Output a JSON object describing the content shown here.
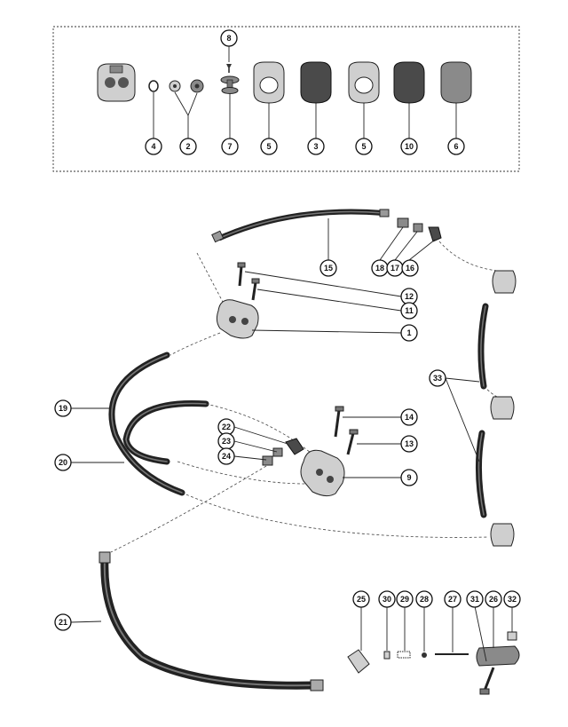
{
  "callouts": {
    "c4": "4",
    "c2": "2",
    "c8a": "8",
    "c7": "7",
    "c5a": "5",
    "c3": "3",
    "c5b": "5",
    "c10": "10",
    "c6": "6",
    "c15": "15",
    "c18": "18",
    "c17": "17",
    "c16": "16",
    "c12": "12",
    "c11": "11",
    "c1": "1",
    "c33": "33",
    "c19": "19",
    "c14": "14",
    "c22": "22",
    "c23": "23",
    "c13": "13",
    "c24": "24",
    "c20": "20",
    "c9": "9",
    "c21": "21",
    "c25": "25",
    "c30": "30",
    "c29": "29",
    "c28": "28",
    "c27": "27",
    "c31": "31",
    "c26": "26",
    "c32": "32"
  }
}
